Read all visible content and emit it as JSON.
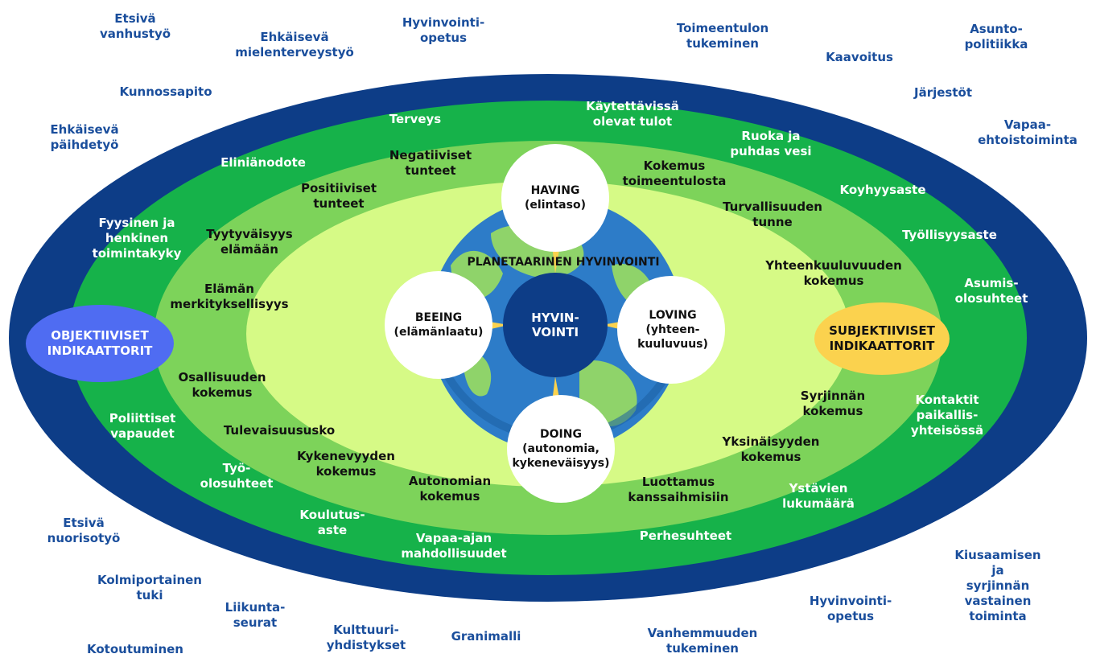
{
  "hub": "HYVIN-\nVOINTI",
  "planet_title": "PLANETAARINEN HYVINVOINTI",
  "dimensions": {
    "having": "HAVING\n(elintaso)",
    "beeing": "BEEING\n(elämänlaatu)",
    "loving": "LOVING\n(yhteen-\nkuuluvuus)",
    "doing": "DOING\n(autonomia,\nkykeneväisyys)"
  },
  "indicators": {
    "objective": "OBJEKTIIVISET\nINDIKAATTORIT",
    "subjective": "SUBJEKTIIVISET\nINDIKAATTORIT"
  },
  "outer_labels": [
    "Etsivä\nvanhustyö",
    "Ehkäisevä\nmielenterveystyö",
    "Hyvinvointi-\nopetus",
    "Toimeentulon\ntukeminen",
    "Kaavoitus",
    "Asunto-\npolitiikka",
    "Kunnossapito",
    "Järjestöt",
    "Ehkäisevä\npäihdetyö",
    "Vapaa-\nehtoistoiminta",
    "Etsivä\nnuorisotyö",
    "Kolmiportainen\ntuki",
    "Liikunta-\nseurat",
    "Kulttuuri-\nyhdistykset",
    "Granimalli",
    "Vanhemmuuden\ntukeminen",
    "Hyvinvointi-\nopetus",
    "Kiusaamisen ja\nsyrjinnän\nvastainen toiminta",
    "Kotoutuminen"
  ],
  "ring_labels": [
    "Terveys",
    "Käytettävissä\nolevat tulot",
    "Ruoka ja\npuhdas vesi",
    "Eliniänodote",
    "Koyhyysaste",
    "Työllisyysaste",
    "Fyysinen ja\nhenkinen\ntoimintakyky",
    "Asumis-\nolosuhteet",
    "Kontaktit\npaikallis-\nyhteisössä",
    "Poliittiset\nvapaudet",
    "Työ-\nolosuhteet",
    "Koulutus-\naste",
    "Ystävien\nlukumäärä",
    "Vapaa-ajan\nmahdollisuudet",
    "Perhesuhteet"
  ],
  "inner_labels": [
    "Negatiiviset\ntunteet",
    "Kokemus\ntoimeentulosta",
    "Positiiviset\ntunteet",
    "Turvallisuuden\ntunne",
    "Tyytyväisyys\nelämään",
    "Yhteenkuuluvuuden\nkokemus",
    "Elämän\nmerkityksellisyys",
    "Osallisuuden\nkokemus",
    "Syrjinnän\nkokemus",
    "Tulevaisuususko",
    "Yksinäisyyden\nkokemus",
    "Kykenevyyden\nkokemus",
    "Autonomian\nkokemus",
    "Luottamus\nkanssaihmisiin"
  ],
  "colors": {
    "outer_ellipse": "#0d3d87",
    "green_ring": "#16b24a",
    "mid_ring": "#7dd35a",
    "core": "#d6fa86",
    "globe_ocean": "#2d7cc8",
    "hub": "#0d3d87",
    "objective_badge": "#4f6cf2",
    "subjective_badge": "#fbd24e",
    "arrow": "#fbd24e"
  }
}
